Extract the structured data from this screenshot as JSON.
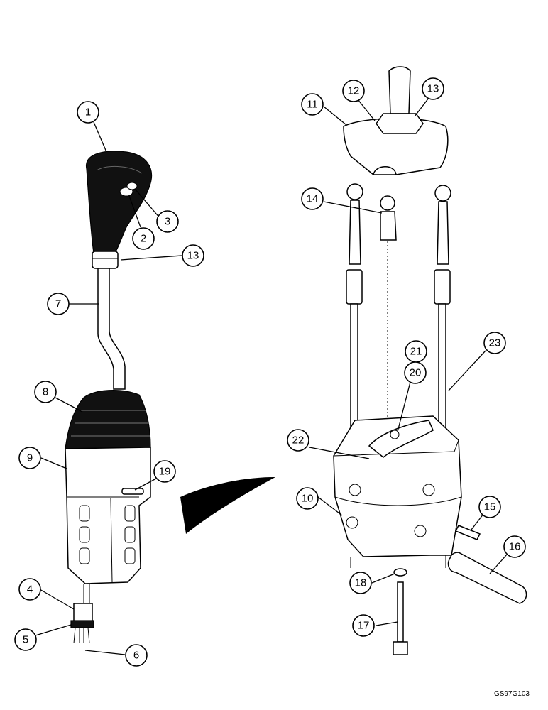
{
  "diagram": {
    "reference_code": "GS97G103",
    "callouts": [
      {
        "id": "c1",
        "label": "1"
      },
      {
        "id": "c2",
        "label": "2"
      },
      {
        "id": "c3",
        "label": "3"
      },
      {
        "id": "c13a",
        "label": "13"
      },
      {
        "id": "c7",
        "label": "7"
      },
      {
        "id": "c8",
        "label": "8"
      },
      {
        "id": "c9",
        "label": "9"
      },
      {
        "id": "c19",
        "label": "19"
      },
      {
        "id": "c4",
        "label": "4"
      },
      {
        "id": "c5",
        "label": "5"
      },
      {
        "id": "c6",
        "label": "6"
      },
      {
        "id": "c11",
        "label": "11"
      },
      {
        "id": "c12",
        "label": "12"
      },
      {
        "id": "c13b",
        "label": "13"
      },
      {
        "id": "c14",
        "label": "14"
      },
      {
        "id": "c21",
        "label": "21"
      },
      {
        "id": "c20",
        "label": "20"
      },
      {
        "id": "c23",
        "label": "23"
      },
      {
        "id": "c22",
        "label": "22"
      },
      {
        "id": "c10",
        "label": "10"
      },
      {
        "id": "c15",
        "label": "15"
      },
      {
        "id": "c16",
        "label": "16"
      },
      {
        "id": "c18",
        "label": "18"
      },
      {
        "id": "c17",
        "label": "17"
      }
    ]
  }
}
